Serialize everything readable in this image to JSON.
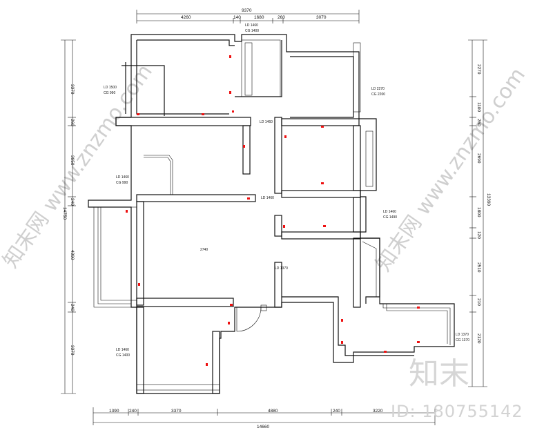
{
  "top_dims": {
    "total": "9370",
    "segments": [
      "4260",
      "140",
      "1680",
      "260",
      "3070"
    ]
  },
  "bottom_dims": {
    "total": "14660",
    "segments": [
      "1390",
      "240",
      "3370",
      "4880",
      "240",
      "3220"
    ]
  },
  "left_dims": {
    "total": "14750",
    "segments": [
      "3370",
      "260",
      "3950",
      "240",
      "4390",
      "240",
      "3370"
    ]
  },
  "right_dims": {
    "total": "13390",
    "segments": [
      "2270",
      "1100",
      "260",
      "2690",
      "1800",
      "120",
      "2510",
      "210",
      "2120"
    ]
  },
  "room_labels": {
    "ld_top_small": "LD 1460",
    "cg_top_small": "CG 1400",
    "ld_left_upper": "LD 1500",
    "cg_left_upper": "CG 990",
    "ld_right_upper": "LD 2270",
    "cg_right_upper": "CG 2200",
    "ld_left_mid": "LD 1460",
    "cg_left_mid": "CG 990",
    "ld_right_mid": "LD 1460",
    "cg_right_mid": "CG 1490",
    "ld_left_low": "LD 1460",
    "cg_left_low": "CG 1400",
    "ld_right_low": "LD 1370",
    "cg_right_low": "CG 1370",
    "living_dim": "2740",
    "ld_corr_1": "LD 1460",
    "ld_corr_2": "LD 1460",
    "ld_corr_3": "LD 1370"
  },
  "watermark": {
    "site_left": "知末网 www.znzmo.com",
    "site_right": "知末网 www.znzmo.com",
    "brand": "知末",
    "id_text": "ID: 180755142"
  }
}
